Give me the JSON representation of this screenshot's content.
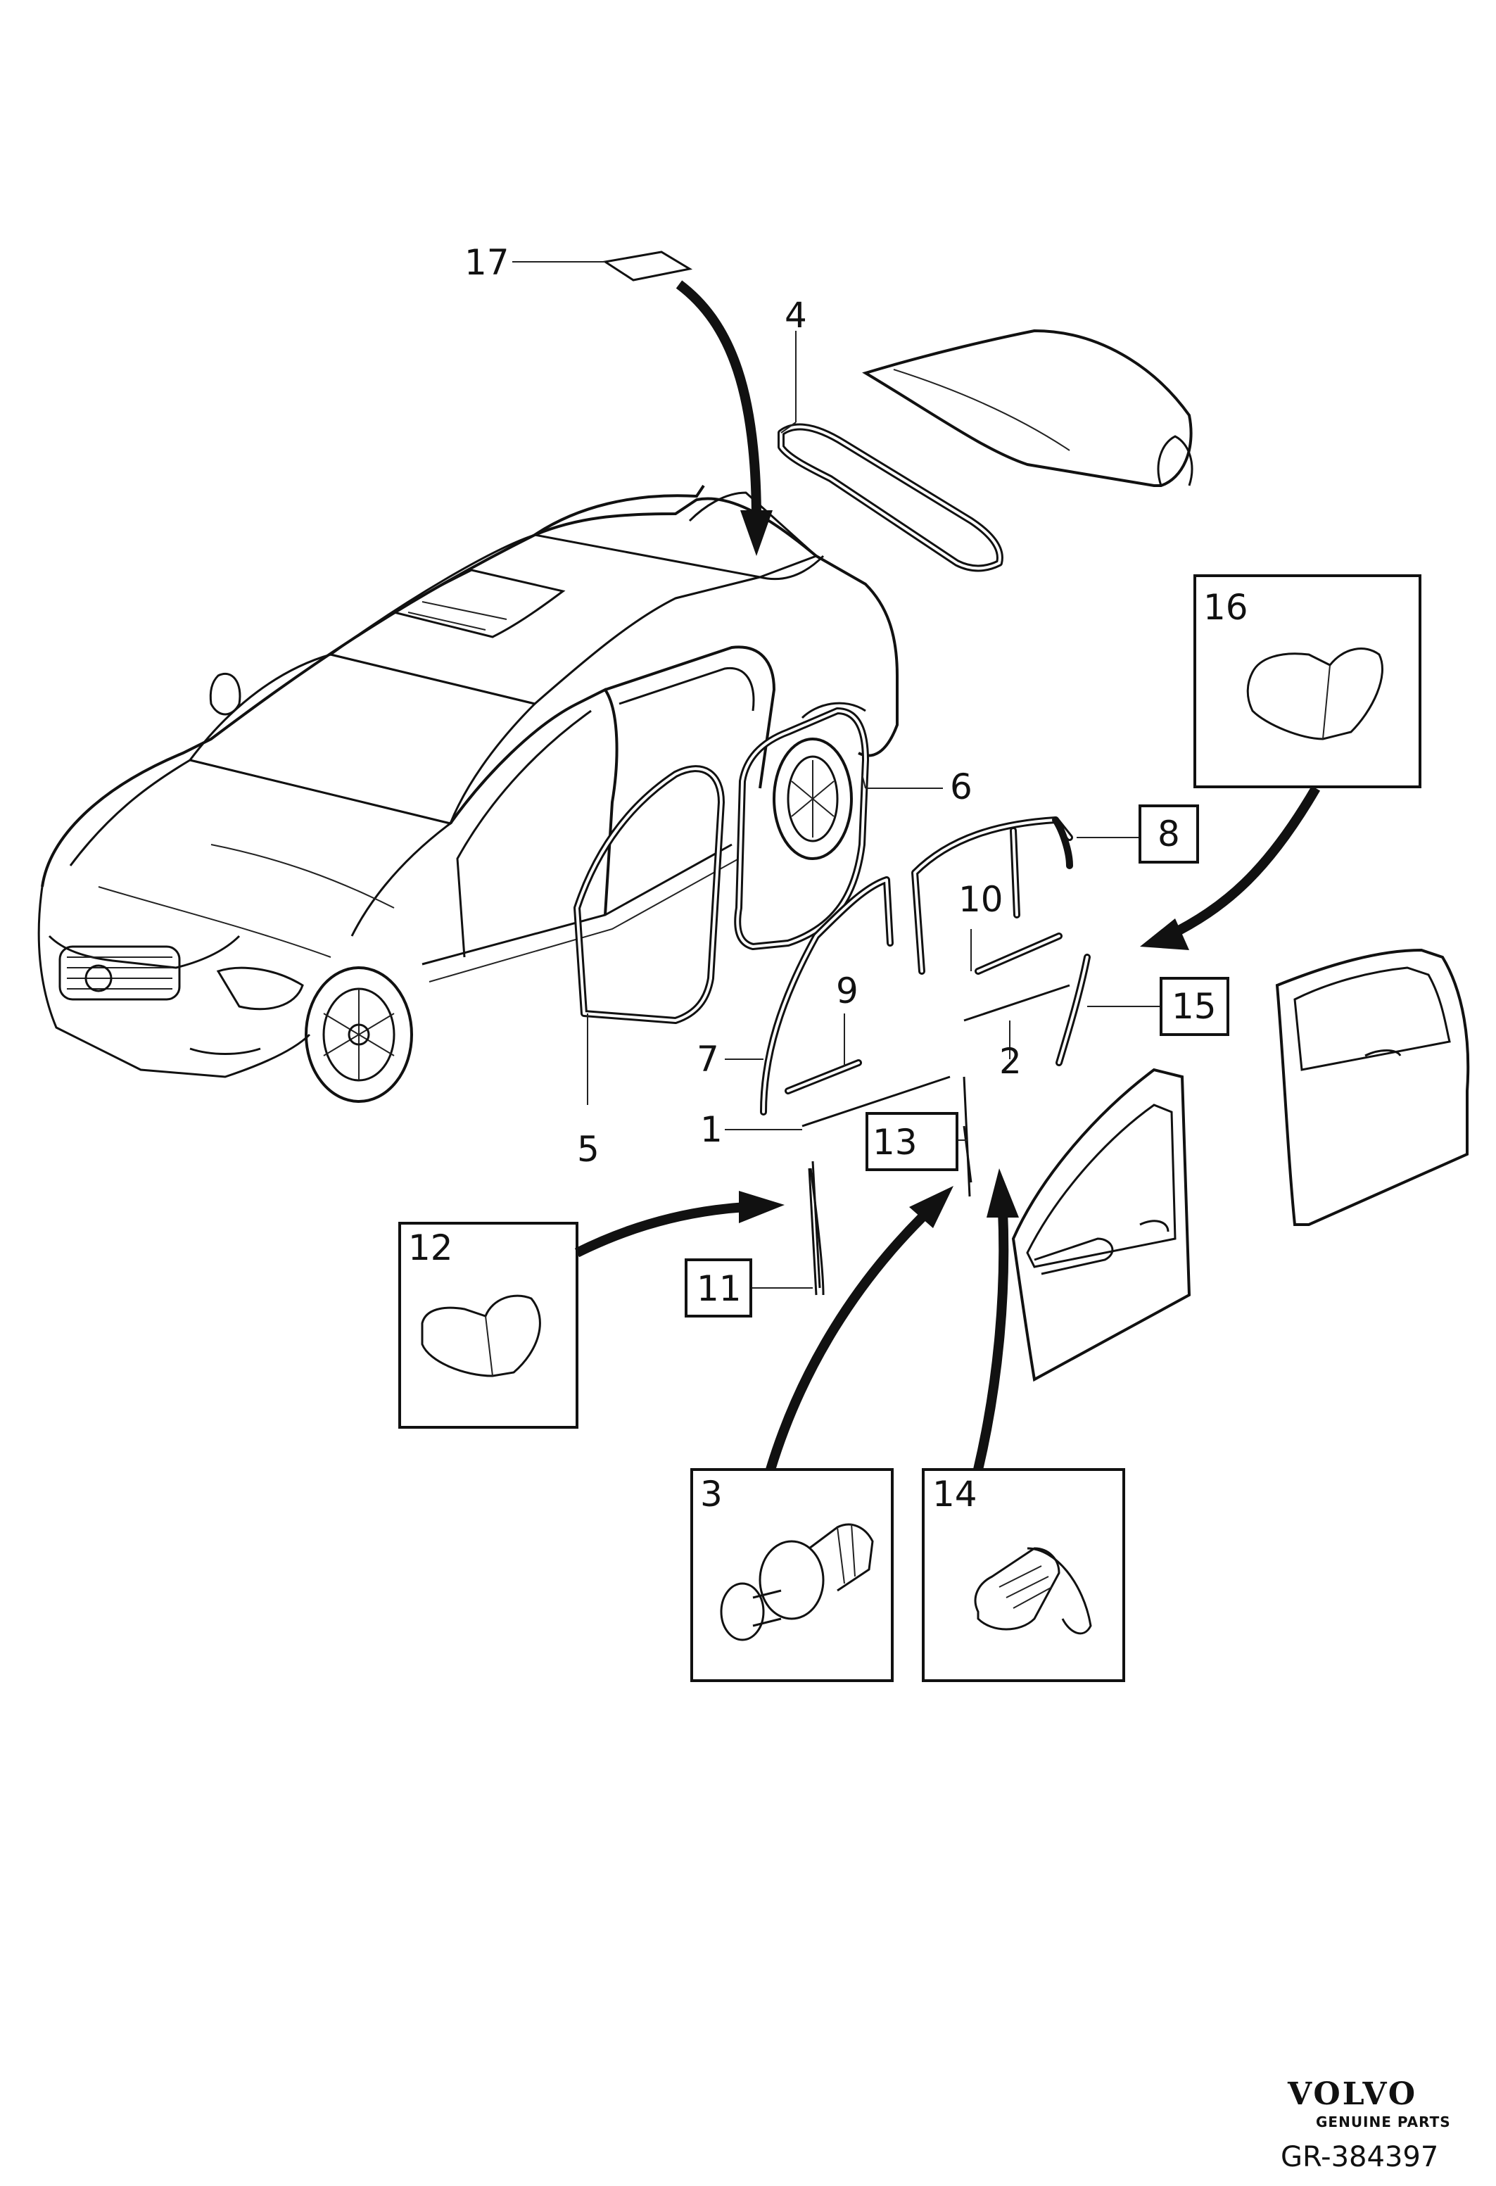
{
  "callouts": {
    "c1": "1",
    "c2": "2",
    "c3": "3",
    "c4": "4",
    "c5": "5",
    "c6": "6",
    "c7": "7",
    "c8": "8",
    "c9": "9",
    "c10": "10",
    "c11": "11",
    "c12": "12",
    "c13": "13",
    "c14": "14",
    "c15": "15",
    "c16": "16",
    "c17": "17"
  },
  "brand": {
    "name": "VOLVO",
    "tagline": "GENUINE PARTS"
  },
  "reference": "GR-384397"
}
